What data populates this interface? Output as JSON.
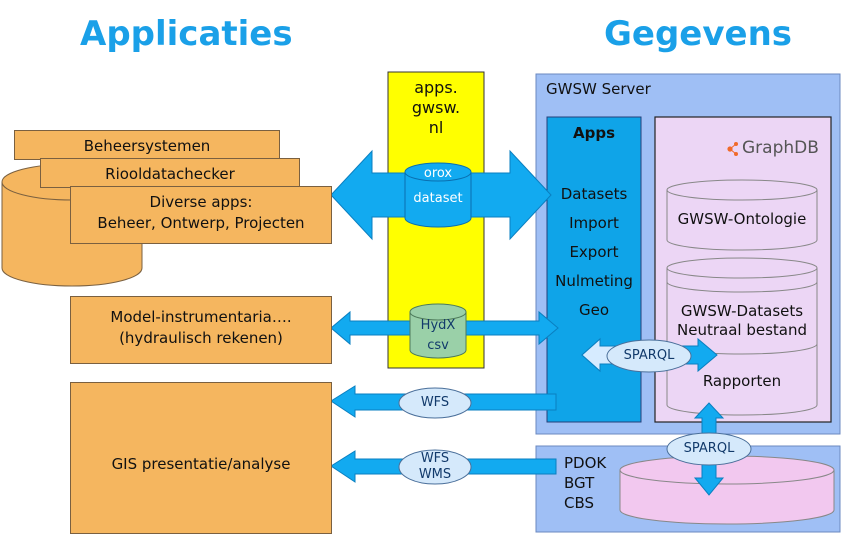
{
  "headings": {
    "left": "Applicaties",
    "right": "Gegevens"
  },
  "apps_left": {
    "stack": [
      "Beheersystemen",
      "Riooldatachecker"
    ],
    "diverse": [
      "Diverse apps:",
      "Beheer, Ontwerp, Projecten"
    ],
    "model": [
      "Model-instrumentaria….",
      "(hydraulisch rekenen)"
    ],
    "gis": "GIS presentatie/analyse"
  },
  "middle": {
    "title": [
      "apps.",
      "gwsw.",
      "nl"
    ],
    "cyl1": [
      "orox",
      "dataset"
    ],
    "cyl2": [
      "HydX",
      "csv"
    ]
  },
  "server": {
    "title": "GWSW Server",
    "apps_title": "Apps",
    "apps_items": [
      "Datasets",
      "Import",
      "Export",
      "Nulmeting",
      "Geo"
    ],
    "graphdb": "GraphDB",
    "ontology": "GWSW-Ontologie",
    "datasets": [
      "GWSW-Datasets",
      "Neutraal bestand"
    ],
    "rapporten": "Rapporten",
    "sparql": "SPARQL"
  },
  "external": {
    "sparql": "SPARQL",
    "sources": [
      "PDOK",
      "BGT",
      "CBS"
    ]
  },
  "flows": {
    "wfs": "WFS",
    "wfs_wms": [
      "WFS",
      "WMS"
    ]
  },
  "colors": {
    "heading": "#1aa0e8",
    "orange_box": "#f5b65f",
    "yellow_column": "#ffff00",
    "server_bg": "#9fbff5",
    "apps_bg": "#0fa4e8",
    "graphdb_bg": "#ecd6f5",
    "arrow": "#12aaf0",
    "pink_cylinder": "#f2c8ef"
  }
}
